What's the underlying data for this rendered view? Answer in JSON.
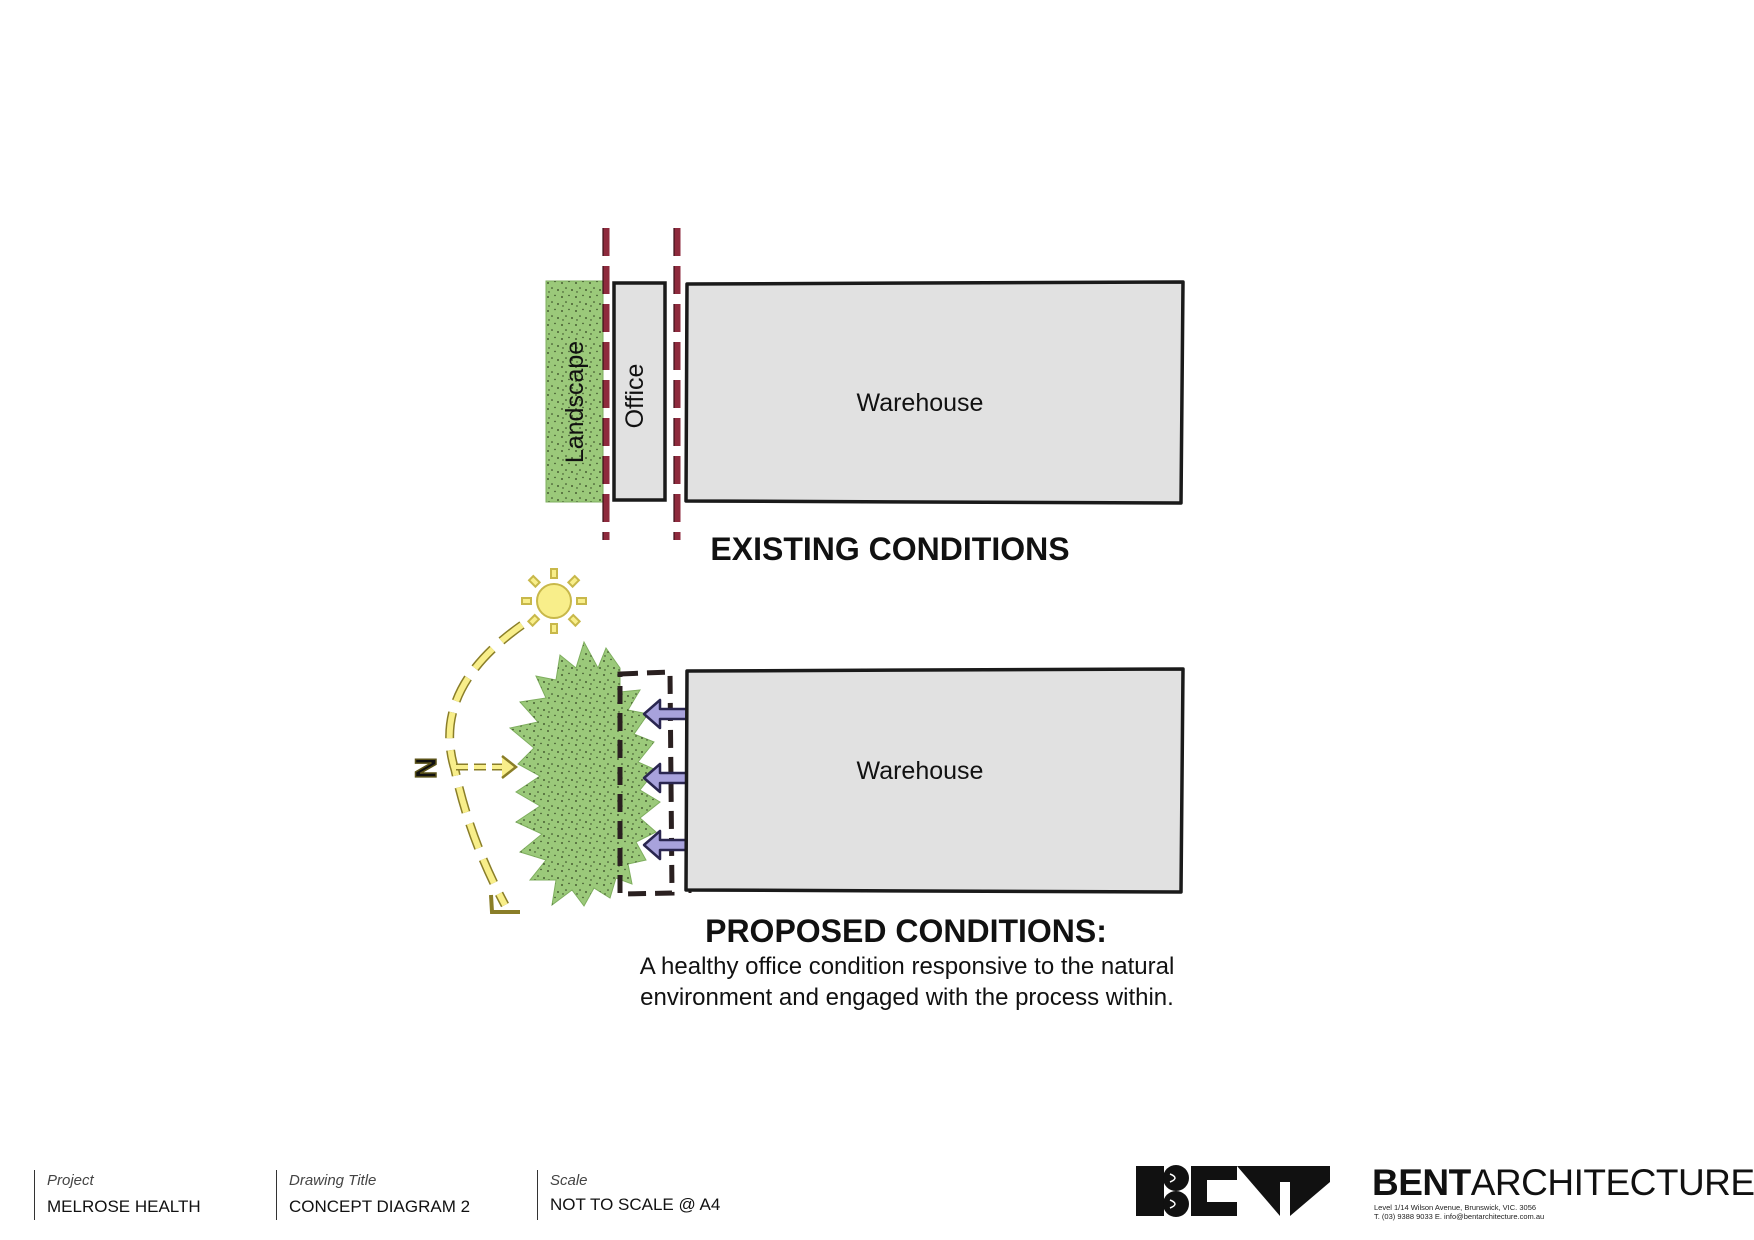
{
  "colors": {
    "landscape_green": "#9bc97a",
    "warehouse_grey": "#e1e1e1",
    "wall_red": "#8e2a3d",
    "sun_yellow": "#f8ee8a",
    "arrow_purple": "#a8a2dc",
    "outline": "#1a1a1a"
  },
  "existing": {
    "landscape_label": "Landscape",
    "office_label": "Office",
    "warehouse_label": "Warehouse",
    "heading": "EXISTING CONDITIONS"
  },
  "proposed": {
    "warehouse_label": "Warehouse",
    "heading": "PROPOSED CONDITIONS:",
    "description_line1": "A healthy office condition responsive to the natural",
    "description_line2": "environment and engaged with the process within.",
    "north_label": "N"
  },
  "icons": {
    "sun": "sun-icon",
    "north_arrow": "north-arrow-icon",
    "exchange_arrows": "double-arrow-icon",
    "logo": "bent-logo-icon"
  },
  "title_block": {
    "project_label": "Project",
    "project_value": "MELROSE HEALTH",
    "drawing_title_label": "Drawing Title",
    "drawing_title_value": "CONCEPT DIAGRAM 2",
    "scale_label": "Scale",
    "scale_value": "NOT TO SCALE @ A4"
  },
  "brand": {
    "name_bold": "BENT",
    "name_light": "ARCHITECTURE",
    "address": "Level 1/14 Wilson Avenue, Brunswick, VIC. 3056",
    "contact": "T. (03) 9388 9033  E. info@bentarchitecture.com.au"
  }
}
